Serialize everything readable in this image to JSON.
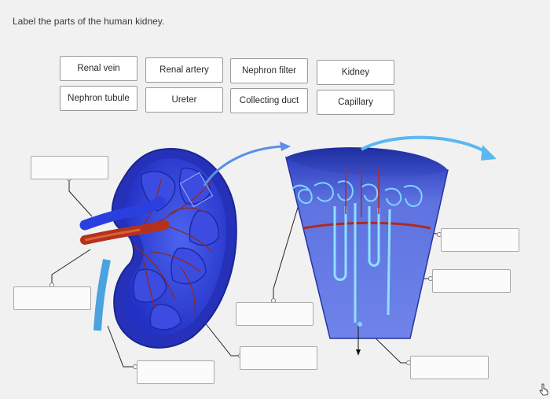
{
  "instruction": "Label the parts of the human kidney.",
  "labels": [
    "Renal vein",
    "Renal artery",
    "Nephron filter",
    "Kidney",
    "Nephron tubule",
    "Ureter",
    "Collecting duct",
    "Capillary"
  ],
  "drop_targets_count": 8,
  "colors": {
    "kidney_blue": "#2e3fd6",
    "vein_blue": "#2a3fe0",
    "artery_red": "#b4321c",
    "ureter_cyan": "#4fa6e0",
    "arrow_cyan": "#5ab8f0",
    "background": "#f1f1f2"
  },
  "icons": [
    "pointer-cursor-icon",
    "flow-arrow-icon"
  ]
}
